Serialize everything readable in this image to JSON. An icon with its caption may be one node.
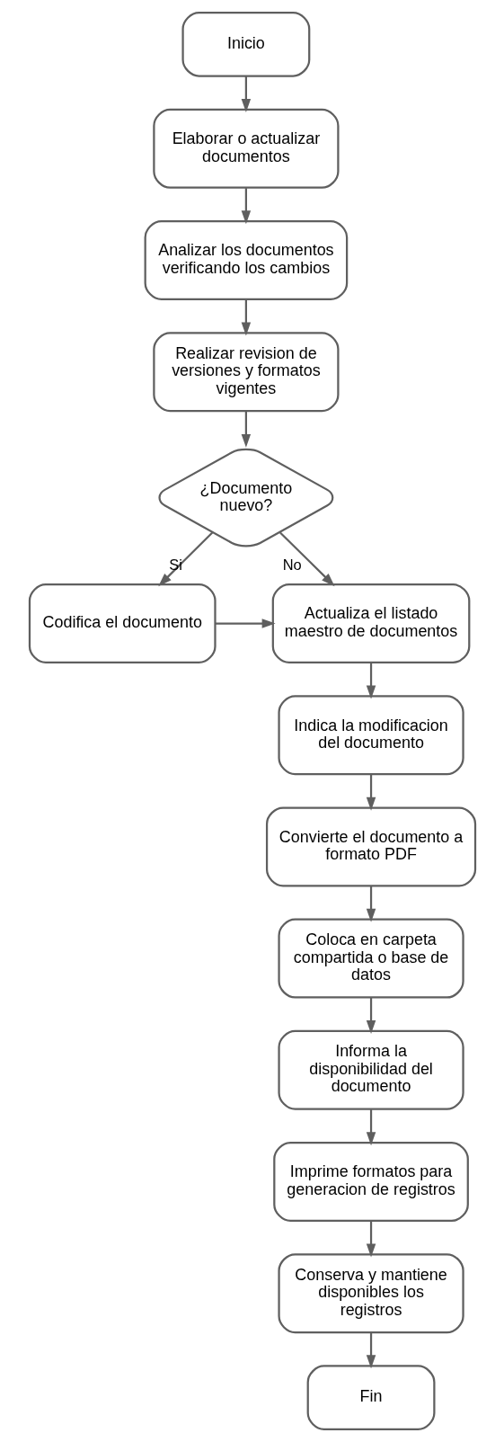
{
  "diagram": {
    "nodes": [
      {
        "text": [
          "Inicio"
        ]
      },
      {
        "text": [
          "Elaborar o actualizar documentos"
        ]
      },
      {
        "text": [
          "Analizar los documentos verificando los cambios"
        ]
      },
      {
        "text": [
          "Realizar revision de versiones y formatos vigentes"
        ]
      },
      {
        "text": [
          "¿Documento nuevo?"
        ]
      },
      {
        "text": [
          "Codifica el documento"
        ]
      },
      {
        "text": [
          "Actualiza el listado maestro de documentos"
        ]
      },
      {
        "text": [
          "Indica la modificacion del documento"
        ]
      },
      {
        "text": [
          "Convierte el documento a formato PDF"
        ]
      },
      {
        "text": [
          "Coloca en carpeta compartida o base de datos"
        ]
      },
      {
        "text": [
          "Informa la disponibilidad del documento"
        ]
      },
      {
        "text": [
          "Imprime formatos para generacion de registros"
        ]
      },
      {
        "text": [
          "Conserva y mantiene disponibles los registros"
        ]
      },
      {
        "text": [
          "Fin"
        ]
      }
    ],
    "edges": [
      {
        "from": 0,
        "to": 1,
        "arrow": "to"
      },
      {
        "from": 1,
        "to": 2,
        "arrow": "to"
      },
      {
        "from": 2,
        "to": 3,
        "arrow": "to"
      },
      {
        "from": 3,
        "to": 4,
        "arrow": "to"
      },
      {
        "from": 4,
        "to": 5,
        "arrow": "to",
        "label": "Si"
      },
      {
        "from": 4,
        "to": 6,
        "arrow": "to",
        "label": "No"
      },
      {
        "from": 5,
        "to": 6,
        "arrow": "to"
      },
      {
        "from": 6,
        "to": 7,
        "arrow": "to"
      },
      {
        "from": 7,
        "to": 8,
        "arrow": "to"
      },
      {
        "from": 8,
        "to": 9,
        "arrow": "to"
      },
      {
        "from": 9,
        "to": 10,
        "arrow": "to"
      },
      {
        "from": 10,
        "to": 11,
        "arrow": "to"
      },
      {
        "from": 11,
        "to": 12,
        "arrow": "to"
      },
      {
        "from": 12,
        "to": 13,
        "arrow": "to"
      }
    ]
  }
}
